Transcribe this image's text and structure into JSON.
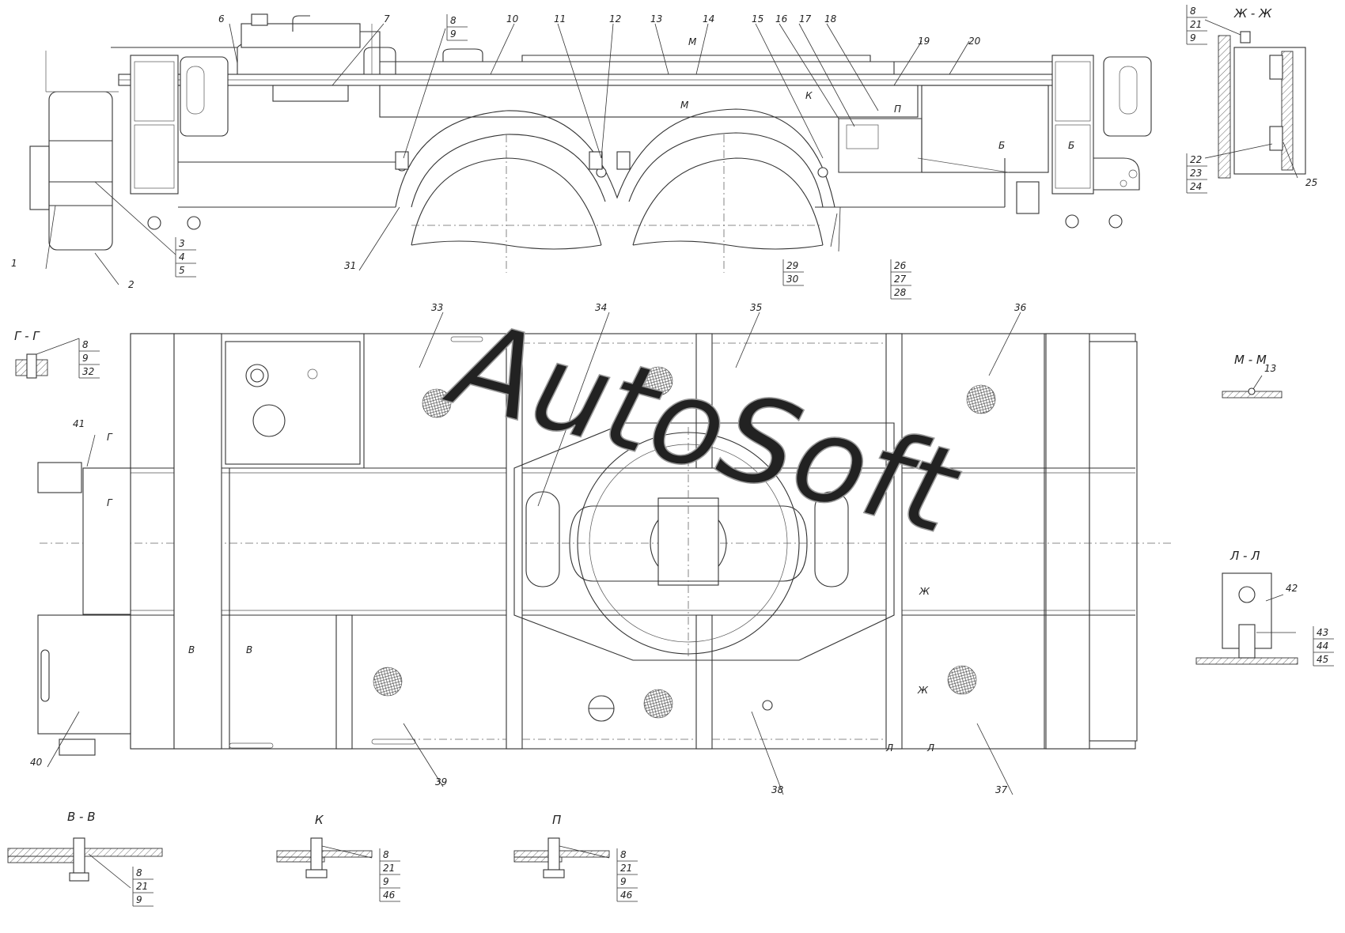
{
  "watermark": "AutoSoft",
  "section_labels": {
    "zh": "Ж - Ж",
    "gg": "Г - Г",
    "mm": "М - М",
    "ll": "Л - Л",
    "vv": "В - В",
    "k": "К",
    "p": "П"
  },
  "view_markers": {
    "m_top": "М",
    "m_bot": "М",
    "k": "К",
    "p": "П",
    "b_left": "Б",
    "b_right": "Б",
    "g_top": "Г",
    "g_bot": "Г",
    "v_left": "В",
    "v_right": "В",
    "zh_top": "Ж",
    "zh_bot": "Ж",
    "l_left": "Л",
    "l_right": "Л"
  },
  "callouts": [
    {
      "id": "c1",
      "text": "1"
    },
    {
      "id": "c2",
      "text": "2"
    },
    {
      "id": "c6",
      "text": "6"
    },
    {
      "id": "c7",
      "text": "7"
    },
    {
      "id": "c10",
      "text": "10"
    },
    {
      "id": "c11",
      "text": "11"
    },
    {
      "id": "c12",
      "text": "12"
    },
    {
      "id": "c13",
      "text": "13"
    },
    {
      "id": "c14",
      "text": "14"
    },
    {
      "id": "c15",
      "text": "15"
    },
    {
      "id": "c16",
      "text": "16"
    },
    {
      "id": "c17",
      "text": "17"
    },
    {
      "id": "c18",
      "text": "18"
    },
    {
      "id": "c19",
      "text": "19"
    },
    {
      "id": "c20",
      "text": "20"
    },
    {
      "id": "c31",
      "text": "31"
    },
    {
      "id": "c33",
      "text": "33"
    },
    {
      "id": "c34",
      "text": "34"
    },
    {
      "id": "c35",
      "text": "35"
    },
    {
      "id": "c36",
      "text": "36"
    },
    {
      "id": "c37",
      "text": "37"
    },
    {
      "id": "c38",
      "text": "38"
    },
    {
      "id": "c39",
      "text": "39"
    },
    {
      "id": "c40",
      "text": "40"
    },
    {
      "id": "c41",
      "text": "41"
    },
    {
      "id": "c25",
      "text": "25"
    },
    {
      "id": "c13mm",
      "text": "13"
    },
    {
      "id": "c42",
      "text": "42"
    }
  ],
  "stacks": [
    {
      "id": "s345",
      "items": [
        "3",
        "4",
        "5"
      ]
    },
    {
      "id": "s89",
      "items": [
        "8",
        "9"
      ]
    },
    {
      "id": "s2930",
      "items": [
        "29",
        "30"
      ]
    },
    {
      "id": "s262728",
      "items": [
        "26",
        "27",
        "28"
      ]
    },
    {
      "id": "s8219",
      "items": [
        "8",
        "21",
        "9"
      ]
    },
    {
      "id": "s222324",
      "items": [
        "22",
        "23",
        "24"
      ]
    },
    {
      "id": "s8932",
      "items": [
        "8",
        "9",
        "32"
      ]
    },
    {
      "id": "s434445",
      "items": [
        "43",
        "44",
        "45"
      ]
    },
    {
      "id": "s8219vv",
      "items": [
        "8",
        "21",
        "9"
      ]
    },
    {
      "id": "s821946k",
      "items": [
        "8",
        "21",
        "9",
        "46"
      ]
    },
    {
      "id": "s821946p",
      "items": [
        "8",
        "21",
        "9",
        "46"
      ]
    }
  ]
}
